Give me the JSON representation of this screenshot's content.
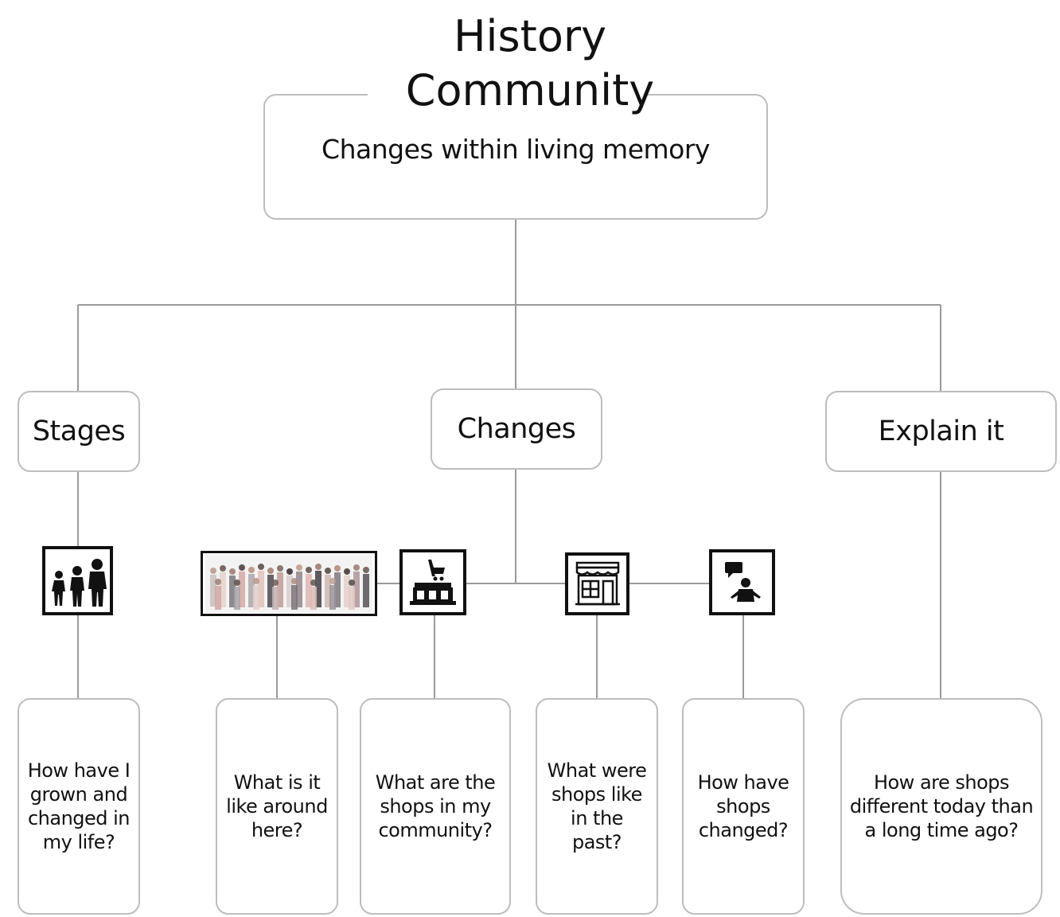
{
  "title": {
    "line1": "History",
    "line2": "Community"
  },
  "root": {
    "subtitle": "Changes within living memory"
  },
  "categories": [
    {
      "label": "Stages"
    },
    {
      "label": "Changes"
    },
    {
      "label": "Explain it"
    }
  ],
  "pictures": [
    {
      "icon": "growing-children-icon"
    },
    {
      "icon": "crowd-of-people-image"
    },
    {
      "icon": "supermarket-icon"
    },
    {
      "icon": "shop-front-icon"
    },
    {
      "icon": "person-speaking-icon"
    }
  ],
  "questions": [
    {
      "text": "How have I grown and changed in my life?"
    },
    {
      "text": "What is it like around here?"
    },
    {
      "text": "What are the shops in my community?"
    },
    {
      "text": "What were shops like in the past?"
    },
    {
      "text": "How have shops changed?"
    },
    {
      "text": "How are shops different today than a long time ago?"
    }
  ]
}
